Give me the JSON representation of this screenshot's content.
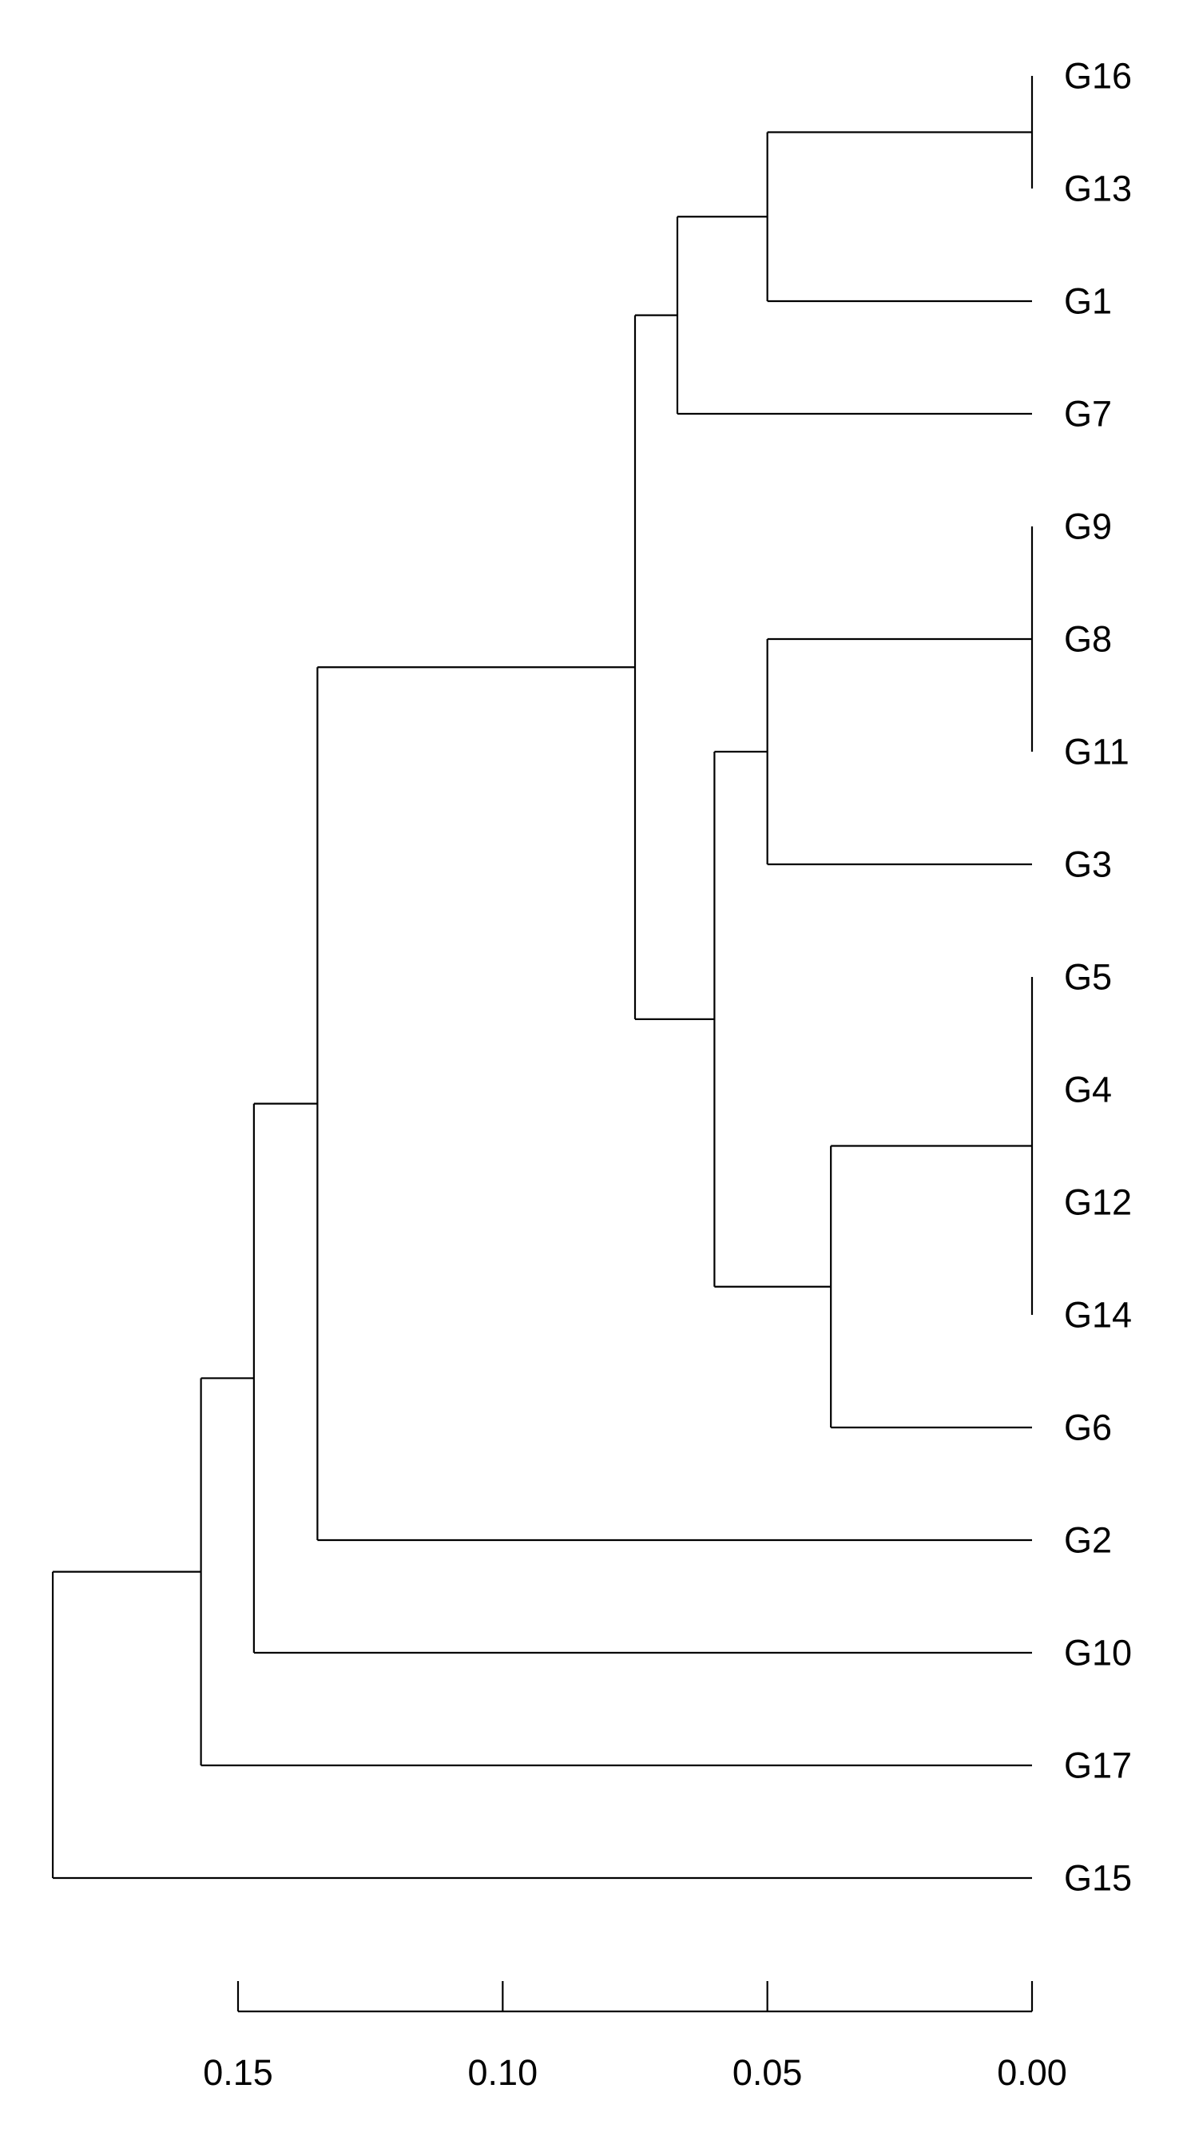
{
  "chart_data": {
    "type": "dendrogram",
    "leaves": [
      "G16",
      "G13",
      "G1",
      "G7",
      "G9",
      "G8",
      "G11",
      "G3",
      "G5",
      "G4",
      "G12",
      "G14",
      "G6",
      "G2",
      "G10",
      "G17",
      "G15"
    ],
    "merges": [
      {
        "id": "c_16_13",
        "children": [
          "G16",
          "G13"
        ],
        "height": 0.0
      },
      {
        "id": "c_9_8_11",
        "children": [
          "G9",
          "G8",
          "G11"
        ],
        "height": 0.0
      },
      {
        "id": "c_5_4_12_14",
        "children": [
          "G5",
          "G4",
          "G12",
          "G14"
        ],
        "height": 0.0
      },
      {
        "id": "c_A",
        "children": [
          "c_16_13",
          "G1"
        ],
        "height": 0.05
      },
      {
        "id": "c_B",
        "children": [
          "c_A",
          "G7"
        ],
        "height": 0.067
      },
      {
        "id": "c_C",
        "children": [
          "c_9_8_11",
          "G3"
        ],
        "height": 0.05
      },
      {
        "id": "c_D",
        "children": [
          "c_5_4_12_14",
          "G6"
        ],
        "height": 0.038
      },
      {
        "id": "c_E",
        "children": [
          "c_C",
          "c_D"
        ],
        "height": 0.06
      },
      {
        "id": "c_F",
        "children": [
          "c_B",
          "c_E"
        ],
        "height": 0.075
      },
      {
        "id": "c_G",
        "children": [
          "c_F",
          "G2"
        ],
        "height": 0.135
      },
      {
        "id": "c_H",
        "children": [
          "c_G",
          "G10"
        ],
        "height": 0.147
      },
      {
        "id": "c_I",
        "children": [
          "c_H",
          "G17"
        ],
        "height": 0.157
      },
      {
        "id": "root",
        "children": [
          "c_I",
          "G15"
        ],
        "height": 0.185
      }
    ],
    "axis": {
      "ticks": [
        0.15,
        0.1,
        0.05,
        0.0
      ],
      "tick_labels": [
        "0.15",
        "0.10",
        "0.05",
        "0.00"
      ],
      "range": [
        0.15,
        0.0
      ],
      "direction": "reversed"
    }
  }
}
